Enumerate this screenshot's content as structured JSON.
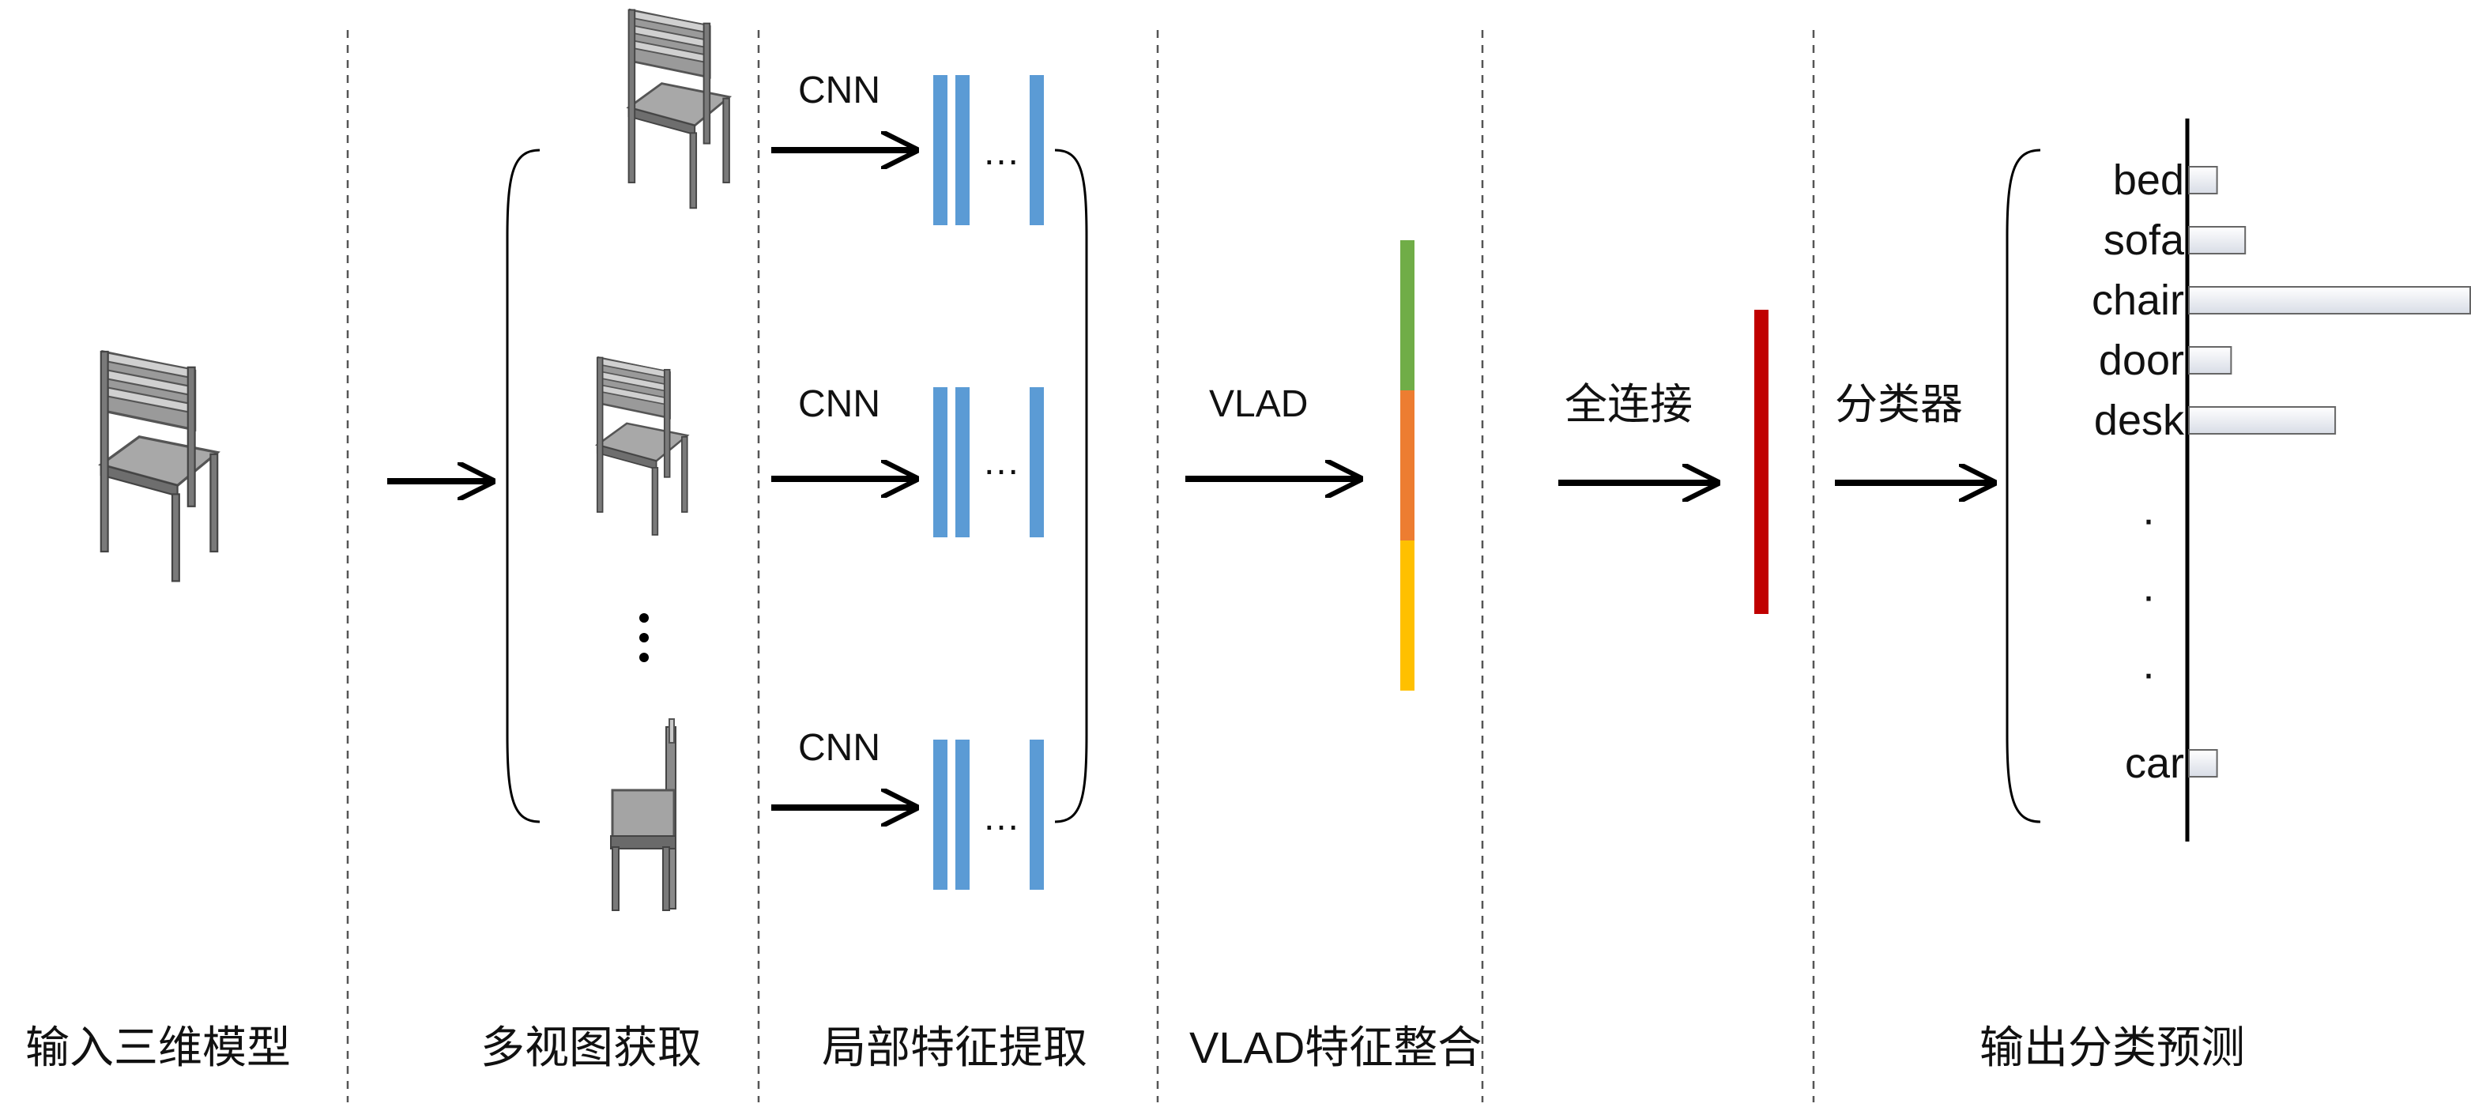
{
  "stages": {
    "input": "输入三维模型",
    "multiview": "多视图获取",
    "local_features": "局部特征提取",
    "vlad_integration": "VLAD特征整合",
    "output": "输出分类预测"
  },
  "arrow_labels": {
    "cnn_1": "CNN",
    "cnn_2": "CNN",
    "cnn_3": "CNN",
    "vlad": "VLAD",
    "fully_connected": "全连接",
    "classifier": "分类器"
  },
  "ellipsis": "…",
  "classifier": {
    "classes": [
      "bed",
      "sofa",
      "chair",
      "door",
      "desk",
      "car"
    ],
    "scores": [
      0.1,
      0.2,
      1.0,
      0.15,
      0.52,
      0.1
    ],
    "vertical_dots": "·"
  },
  "colors": {
    "feature_blue": "#5b9bd5",
    "vlad_green": "#70ad47",
    "vlad_orange": "#ed7d31",
    "vlad_yellow": "#ffc000",
    "fc_red": "#c00000",
    "chair_grey": "#8c8c8c"
  }
}
